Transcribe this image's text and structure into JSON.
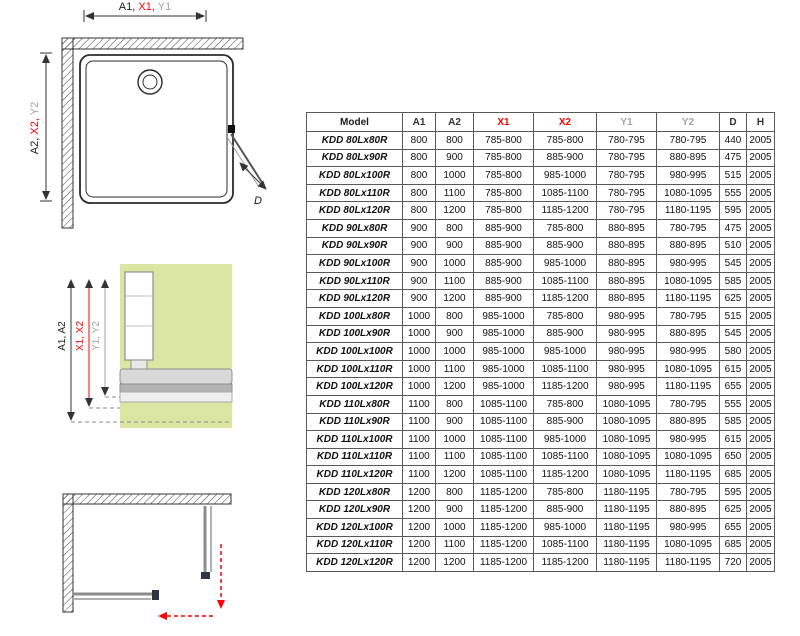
{
  "colors": {
    "black": "#1a1a1a",
    "red": "#ff0000",
    "gray": "#a3a3a3",
    "green_bg": "#dce6a3",
    "door_gray": "#8c8c8c",
    "handle_dark": "#2f3542"
  },
  "labels": {
    "top_h": [
      [
        "A1, ",
        "black"
      ],
      [
        "X1, ",
        "red"
      ],
      [
        "Y1",
        "gray"
      ]
    ],
    "top_v": [
      [
        "A2, ",
        "black"
      ],
      [
        "X2, ",
        "red"
      ],
      [
        "Y2",
        "gray"
      ]
    ],
    "mid_a": [
      [
        "A1, A2",
        "black"
      ]
    ],
    "mid_x": [
      [
        "X1, X2",
        "red"
      ]
    ],
    "mid_y": [
      [
        "Y1, Y2",
        "gray"
      ]
    ],
    "d": "D"
  },
  "table": {
    "headers": [
      "Model",
      "A1",
      "A2",
      "X1",
      "X2",
      "Y1",
      "Y2",
      "D",
      "H"
    ],
    "header_colors": [
      "#1a1a1a",
      "#333333",
      "#333333",
      "#ff0000",
      "#ff0000",
      "#a3a3a3",
      "#a3a3a3",
      "#333333",
      "#333333"
    ],
    "rows": [
      [
        "KDD 80Lx80R",
        "800",
        "800",
        "785-800",
        "785-800",
        "780-795",
        "780-795",
        "440",
        "2005"
      ],
      [
        "KDD 80Lx90R",
        "800",
        "900",
        "785-800",
        "885-900",
        "780-795",
        "880-895",
        "475",
        "2005"
      ],
      [
        "KDD 80Lx100R",
        "800",
        "1000",
        "785-800",
        "985-1000",
        "780-795",
        "980-995",
        "515",
        "2005"
      ],
      [
        "KDD 80Lx110R",
        "800",
        "1100",
        "785-800",
        "1085-1100",
        "780-795",
        "1080-1095",
        "555",
        "2005"
      ],
      [
        "KDD 80Lx120R",
        "800",
        "1200",
        "785-800",
        "1185-1200",
        "780-795",
        "1180-1195",
        "595",
        "2005"
      ],
      [
        "KDD 90Lx80R",
        "900",
        "800",
        "885-900",
        "785-800",
        "880-895",
        "780-795",
        "475",
        "2005"
      ],
      [
        "KDD 90Lx90R",
        "900",
        "900",
        "885-900",
        "885-900",
        "880-895",
        "880-895",
        "510",
        "2005"
      ],
      [
        "KDD 90Lx100R",
        "900",
        "1000",
        "885-900",
        "985-1000",
        "880-895",
        "980-995",
        "545",
        "2005"
      ],
      [
        "KDD 90Lx110R",
        "900",
        "1100",
        "885-900",
        "1085-1100",
        "880-895",
        "1080-1095",
        "585",
        "2005"
      ],
      [
        "KDD 90Lx120R",
        "900",
        "1200",
        "885-900",
        "1185-1200",
        "880-895",
        "1180-1195",
        "625",
        "2005"
      ],
      [
        "KDD 100Lx80R",
        "1000",
        "800",
        "985-1000",
        "785-800",
        "980-995",
        "780-795",
        "515",
        "2005"
      ],
      [
        "KDD 100Lx90R",
        "1000",
        "900",
        "985-1000",
        "885-900",
        "980-995",
        "880-895",
        "545",
        "2005"
      ],
      [
        "KDD 100Lx100R",
        "1000",
        "1000",
        "985-1000",
        "985-1000",
        "980-995",
        "980-995",
        "580",
        "2005"
      ],
      [
        "KDD 100Lx110R",
        "1000",
        "1100",
        "985-1000",
        "1085-1100",
        "980-995",
        "1080-1095",
        "615",
        "2005"
      ],
      [
        "KDD 100Lx120R",
        "1000",
        "1200",
        "985-1000",
        "1185-1200",
        "980-995",
        "1180-1195",
        "655",
        "2005"
      ],
      [
        "KDD 110Lx80R",
        "1100",
        "800",
        "1085-1100",
        "785-800",
        "1080-1095",
        "780-795",
        "555",
        "2005"
      ],
      [
        "KDD 110Lx90R",
        "1100",
        "900",
        "1085-1100",
        "885-900",
        "1080-1095",
        "880-895",
        "585",
        "2005"
      ],
      [
        "KDD 110Lx100R",
        "1100",
        "1000",
        "1085-1100",
        "985-1000",
        "1080-1095",
        "980-995",
        "615",
        "2005"
      ],
      [
        "KDD 110Lx110R",
        "1100",
        "1100",
        "1085-1100",
        "1085-1100",
        "1080-1095",
        "1080-1095",
        "650",
        "2005"
      ],
      [
        "KDD 110Lx120R",
        "1100",
        "1200",
        "1085-1100",
        "1185-1200",
        "1080-1095",
        "1180-1195",
        "685",
        "2005"
      ],
      [
        "KDD 120Lx80R",
        "1200",
        "800",
        "1185-1200",
        "785-800",
        "1180-1195",
        "780-795",
        "595",
        "2005"
      ],
      [
        "KDD 120Lx90R",
        "1200",
        "900",
        "1185-1200",
        "885-900",
        "1180-1195",
        "880-895",
        "625",
        "2005"
      ],
      [
        "KDD 120Lx100R",
        "1200",
        "1000",
        "1185-1200",
        "985-1000",
        "1180-1195",
        "980-995",
        "655",
        "2005"
      ],
      [
        "KDD 120Lx110R",
        "1200",
        "1100",
        "1185-1200",
        "1085-1100",
        "1180-1195",
        "1080-1095",
        "685",
        "2005"
      ],
      [
        "KDD 120Lx120R",
        "1200",
        "1200",
        "1185-1200",
        "1185-1200",
        "1180-1195",
        "1180-1195",
        "720",
        "2005"
      ]
    ]
  }
}
